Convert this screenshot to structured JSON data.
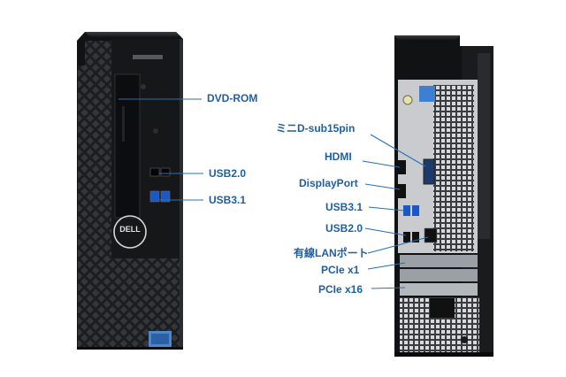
{
  "front": {
    "labels": {
      "dvd": "DVD-ROM",
      "usb2": "USB2.0",
      "usb31": "USB3.1"
    },
    "logo": "DELL"
  },
  "rear": {
    "labels": {
      "vga": "ミニD-sub15pin",
      "hdmi": "HDMI",
      "dp": "DisplayPort",
      "usb31": "USB3.1",
      "usb2": "USB2.0",
      "lan": "有線LANポート",
      "pcie1": "PCIe x1",
      "pcie16": "PCIe x16"
    }
  },
  "colors": {
    "label": "#1f5fa0",
    "line": "#2a6fb5",
    "case": "#1b1c1e",
    "mesh": "#2a2b2e",
    "rear_panel": "#c9cbcf"
  }
}
